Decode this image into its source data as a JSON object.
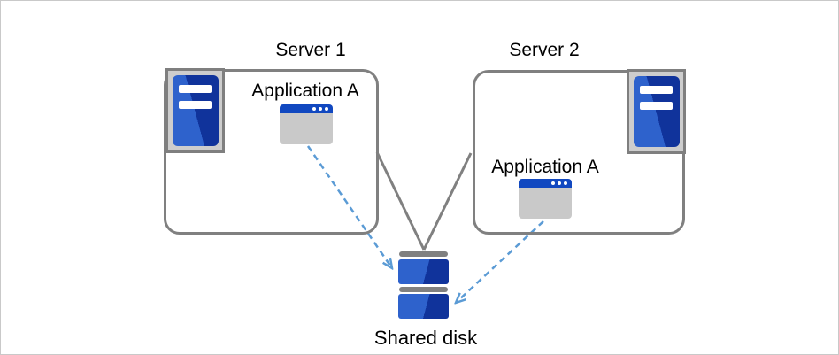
{
  "servers": [
    {
      "title": "Server 1",
      "app_label": "Application A"
    },
    {
      "title": "Server 2",
      "app_label": "Application A"
    }
  ],
  "shared_disk": {
    "label": "Shared disk"
  },
  "icons": {
    "server": "tower-server-icon",
    "application": "app-window-icon",
    "disk": "disk-stack-icon"
  },
  "colors": {
    "connector_gray": "#808080",
    "arrow_blue": "#5b9bd5",
    "icon_blue_light": "#2e62cc",
    "icon_blue_dark": "#10339b",
    "titlebar_blue": "#1148c0",
    "icon_frame_gray": "#cdcdcd",
    "window_body_gray": "#c9c9c9"
  }
}
